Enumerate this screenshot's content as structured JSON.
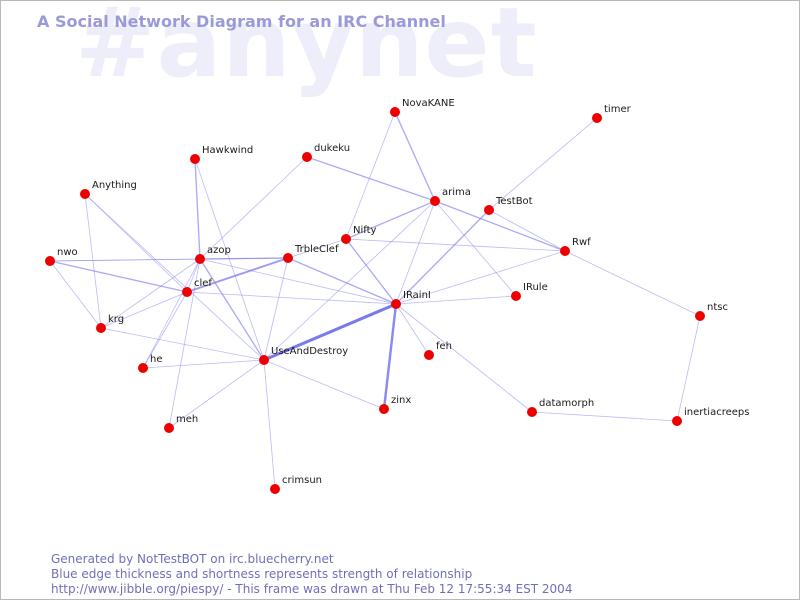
{
  "watermark": "#anynet",
  "title": "A Social Network Diagram for an IRC Channel",
  "footer": {
    "line1": "Generated by NotTestBOT on irc.bluecherry.net",
    "line2": "Blue edge thickness and shortness represents strength of relationship",
    "line3": "http://www.jibble.org/piespy/ - This frame was drawn at Thu Feb 12 17:55:34 EST 2004"
  },
  "colors": {
    "node": "#ee0000",
    "edge": "#7777ee",
    "title": "#9a9ad8",
    "footer": "#6f6fb8",
    "watermark": "#eeeefa"
  },
  "nodes": [
    {
      "id": "NovaKANE",
      "label": "NovaKANE"
    },
    {
      "id": "timer",
      "label": "timer"
    },
    {
      "id": "Hawkwind",
      "label": "Hawkwind"
    },
    {
      "id": "dukeku",
      "label": "dukeku"
    },
    {
      "id": "Anything",
      "label": "Anything"
    },
    {
      "id": "arima",
      "label": "arima"
    },
    {
      "id": "TestBot",
      "label": "TestBot"
    },
    {
      "id": "Nifty",
      "label": "Nifty"
    },
    {
      "id": "azop",
      "label": "azop"
    },
    {
      "id": "TrbleClef",
      "label": "TrbleClef"
    },
    {
      "id": "Rwf",
      "label": "Rwf"
    },
    {
      "id": "nwo",
      "label": "nwo"
    },
    {
      "id": "clef",
      "label": "clef"
    },
    {
      "id": "IRainI",
      "label": "IRainI"
    },
    {
      "id": "IRule",
      "label": "IRule"
    },
    {
      "id": "ntsc",
      "label": "ntsc"
    },
    {
      "id": "krg",
      "label": "krg"
    },
    {
      "id": "feh",
      "label": "feh"
    },
    {
      "id": "UseAndDestroy",
      "label": "UseAndDestroy"
    },
    {
      "id": "he",
      "label": "he"
    },
    {
      "id": "zinx",
      "label": "zinx"
    },
    {
      "id": "datamorph",
      "label": "datamorph"
    },
    {
      "id": "meh",
      "label": "meh"
    },
    {
      "id": "inertiacreeps",
      "label": "inertiacreeps"
    },
    {
      "id": "crimsun",
      "label": "crimsun"
    }
  ],
  "edges": [
    {
      "source": "IRainI",
      "target": "UseAndDestroy",
      "strength": 5
    },
    {
      "source": "IRainI",
      "target": "zinx",
      "strength": 4
    },
    {
      "source": "IRainI",
      "target": "TestBot",
      "strength": 2
    },
    {
      "source": "IRainI",
      "target": "TrbleClef",
      "strength": 2
    },
    {
      "source": "IRainI",
      "target": "Nifty",
      "strength": 2
    },
    {
      "source": "IRainI",
      "target": "arima",
      "strength": 1
    },
    {
      "source": "IRainI",
      "target": "IRule",
      "strength": 1
    },
    {
      "source": "IRainI",
      "target": "feh",
      "strength": 1
    },
    {
      "source": "IRainI",
      "target": "Rwf",
      "strength": 1
    },
    {
      "source": "IRainI",
      "target": "datamorph",
      "strength": 1
    },
    {
      "source": "IRainI",
      "target": "azop",
      "strength": 1
    },
    {
      "source": "clef",
      "target": "TrbleClef",
      "strength": 3
    },
    {
      "source": "arima",
      "target": "Rwf",
      "strength": 2
    },
    {
      "source": "arima",
      "target": "NovaKANE",
      "strength": 2
    },
    {
      "source": "arima",
      "target": "dukeku",
      "strength": 2
    },
    {
      "source": "arima",
      "target": "Nifty",
      "strength": 2
    },
    {
      "source": "arima",
      "target": "IRule",
      "strength": 1
    },
    {
      "source": "arima",
      "target": "UseAndDestroy",
      "strength": 1
    },
    {
      "source": "TestBot",
      "target": "timer",
      "strength": 1
    },
    {
      "source": "TestBot",
      "target": "Rwf",
      "strength": 1
    },
    {
      "source": "Rwf",
      "target": "Nifty",
      "strength": 1
    },
    {
      "source": "Rwf",
      "target": "ntsc",
      "strength": 1
    },
    {
      "source": "ntsc",
      "target": "inertiacreeps",
      "strength": 1
    },
    {
      "source": "datamorph",
      "target": "inertiacreeps",
      "strength": 1
    },
    {
      "source": "NovaKANE",
      "target": "Nifty",
      "strength": 1
    },
    {
      "source": "Nifty",
      "target": "TrbleClef",
      "strength": 1
    },
    {
      "source": "TrbleClef",
      "target": "azop",
      "strength": 2
    },
    {
      "source": "TrbleClef",
      "target": "UseAndDestroy",
      "strength": 1
    },
    {
      "source": "TrbleClef",
      "target": "nwo",
      "strength": 1
    },
    {
      "source": "azop",
      "target": "Hawkwind",
      "strength": 2
    },
    {
      "source": "azop",
      "target": "dukeku",
      "strength": 1
    },
    {
      "source": "azop",
      "target": "nwo",
      "strength": 1
    },
    {
      "source": "azop",
      "target": "UseAndDestroy",
      "strength": 2
    },
    {
      "source": "azop",
      "target": "krg",
      "strength": 1
    },
    {
      "source": "azop",
      "target": "he",
      "strength": 1
    },
    {
      "source": "azop",
      "target": "meh",
      "strength": 1
    },
    {
      "source": "azop",
      "target": "clef",
      "strength": 1
    },
    {
      "source": "Hawkwind",
      "target": "UseAndDestroy",
      "strength": 1
    },
    {
      "source": "clef",
      "target": "nwo",
      "strength": 2
    },
    {
      "source": "clef",
      "target": "Anything",
      "strength": 1
    },
    {
      "source": "clef",
      "target": "krg",
      "strength": 1
    },
    {
      "source": "clef",
      "target": "he",
      "strength": 1
    },
    {
      "source": "clef",
      "target": "IRainI",
      "strength": 1
    },
    {
      "source": "Anything",
      "target": "krg",
      "strength": 1
    },
    {
      "source": "Anything",
      "target": "UseAndDestroy",
      "strength": 1
    },
    {
      "source": "nwo",
      "target": "krg",
      "strength": 1
    },
    {
      "source": "krg",
      "target": "UseAndDestroy",
      "strength": 1
    },
    {
      "source": "he",
      "target": "UseAndDestroy",
      "strength": 1
    },
    {
      "source": "meh",
      "target": "UseAndDestroy",
      "strength": 1
    },
    {
      "source": "UseAndDestroy",
      "target": "crimsun",
      "strength": 1
    },
    {
      "source": "UseAndDestroy",
      "target": "zinx",
      "strength": 1
    }
  ]
}
